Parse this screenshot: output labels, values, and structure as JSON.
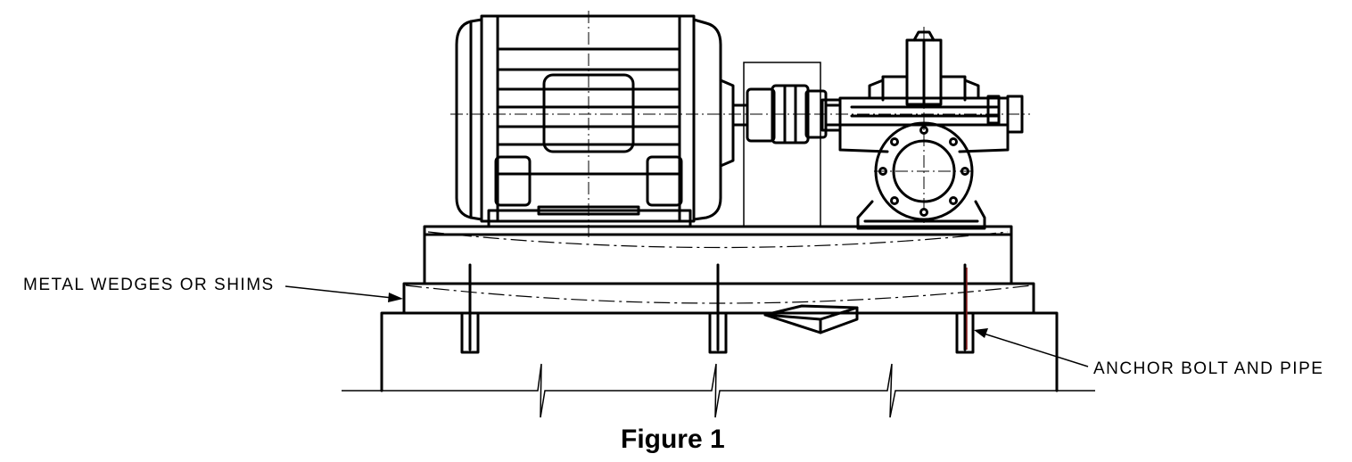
{
  "labels": {
    "shims": "METAL WEDGES OR SHIMS",
    "anchor": "ANCHOR BOLT AND PIPE"
  },
  "caption": "Figure 1",
  "colors": {
    "line": "#000000",
    "bolt_accent": "#8b1a1a"
  }
}
